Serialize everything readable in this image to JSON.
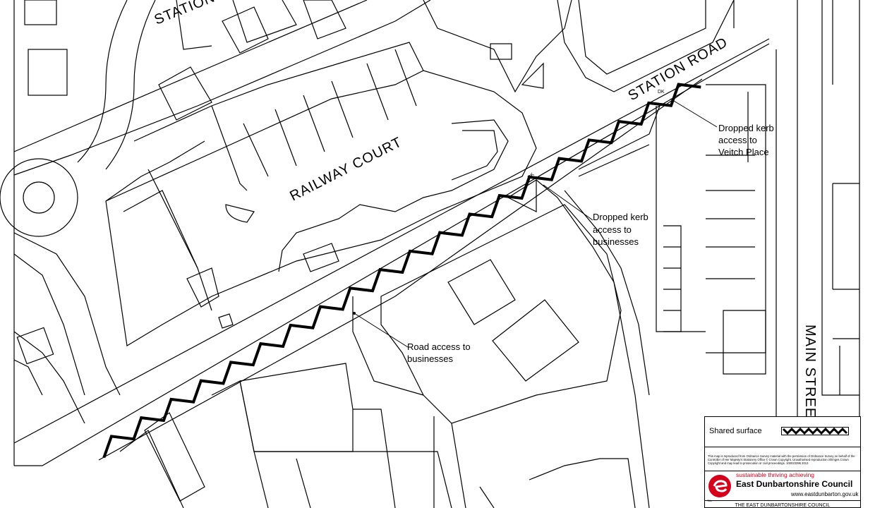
{
  "roads": {
    "station_road_top": "STATION ROAD",
    "station_road_right": "STATION ROAD",
    "railway_court": "RAILWAY COURT",
    "main_street": "MAIN STREET"
  },
  "annotations": {
    "dk1": "DK",
    "dk2": "DK",
    "veitch_line1": "Dropped kerb",
    "veitch_line2": "access to",
    "veitch_line3": "Veitch Place",
    "business_line1": "Dropped kerb",
    "business_line2": "access to",
    "business_line3": "businesses",
    "road_line1": "Road access to",
    "road_line2": "businesses"
  },
  "legend": {
    "shared_surface": "Shared surface",
    "copyright": "This map is reproduced from Ordnance Survey material with the permission of Ordnance Survey on behalf of the Controller of Her Majesty's Stationery Office © Crown Copyright. Unauthorised reproduction infringes Crown Copyright and may lead to prosecution or civil proceedings. 100023396 2013",
    "slogan": "sustainable thriving achieving",
    "council": "East Dunbartonshire Council",
    "url": "www.eastdunbarton.gov.uk",
    "title_label": "Title",
    "footer": "THE EAST DUNBARTONSHIRE COUNCIL"
  },
  "colors": {
    "line": "#000000",
    "brand_red": "#d6001c"
  }
}
